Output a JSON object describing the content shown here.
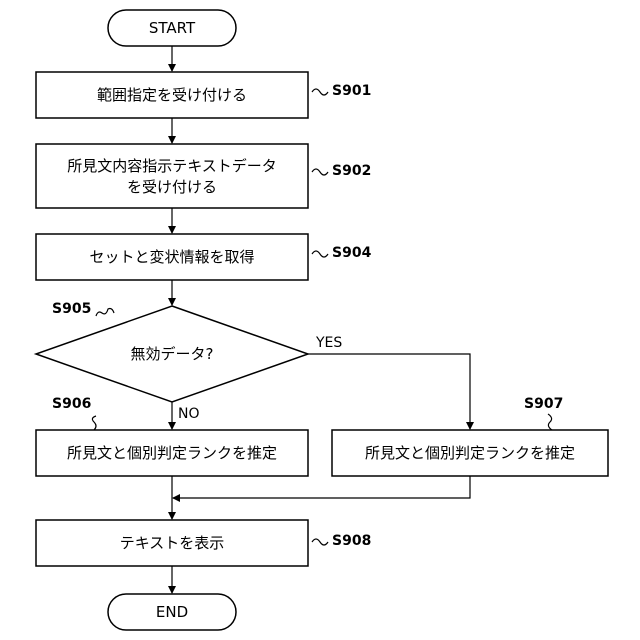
{
  "flowchart": {
    "start": "START",
    "end": "END",
    "steps": {
      "s901": {
        "label": "S901",
        "text": "範囲指定を受け付ける"
      },
      "s902": {
        "label": "S902",
        "line1": "所見文内容指示テキストデータ",
        "line2": "を受け付ける"
      },
      "s904": {
        "label": "S904",
        "text": "セットと変状情報を取得"
      },
      "s905": {
        "label": "S905",
        "text": "無効データ?"
      },
      "s906": {
        "label": "S906",
        "text": "所見文と個別判定ランクを推定"
      },
      "s907": {
        "label": "S907",
        "text": "所見文と個別判定ランクを推定"
      },
      "s908": {
        "label": "S908",
        "text": "テキストを表示"
      }
    },
    "branches": {
      "yes": "YES",
      "no": "NO"
    }
  }
}
